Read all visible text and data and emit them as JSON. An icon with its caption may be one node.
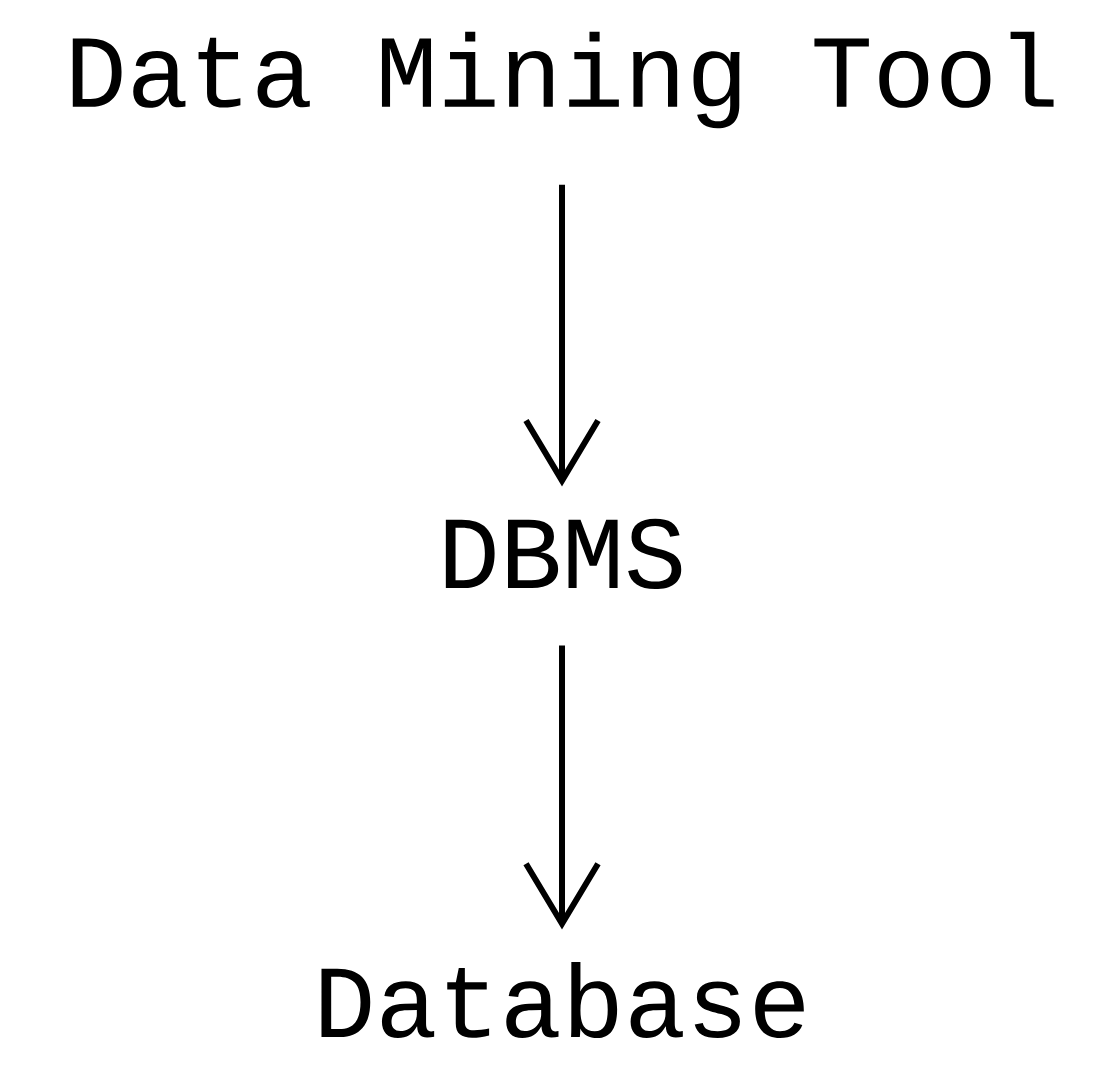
{
  "diagram": {
    "nodes": [
      {
        "text": [
          "Data Mining Tool"
        ]
      },
      {
        "text": [
          "DBMS"
        ]
      },
      {
        "text": [
          "Database"
        ]
      }
    ],
    "edges": [
      {
        "from": 0,
        "to": 1,
        "arrow": "to"
      },
      {
        "from": 1,
        "to": 2,
        "arrow": "to"
      }
    ]
  }
}
